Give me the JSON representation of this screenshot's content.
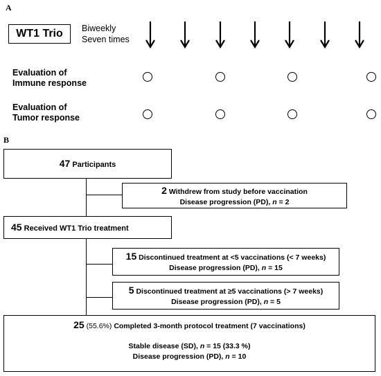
{
  "panel_a": {
    "label": "A",
    "regimen": "WT1 Trio",
    "schedule_line1": "Biweekly",
    "schedule_line2": "Seven times",
    "arrow_count": 7,
    "rows": [
      {
        "line1": "Evaluation of",
        "line2": "Immune response"
      },
      {
        "line1": "Evaluation of",
        "line2": "Tumor response"
      }
    ]
  },
  "panel_b": {
    "label": "B",
    "participants": {
      "n": "47",
      "text": "Participants"
    },
    "withdrew": {
      "n": "2",
      "text": "Withdrew from study before vaccination",
      "line2_a": "Disease progression (PD), ",
      "line2_n": "n",
      "line2_b": " = 2"
    },
    "received": {
      "n": "45",
      "text": "Received WT1 Trio treatment"
    },
    "disc_lt5": {
      "n": "15",
      "text": "Discontinued treatment  at <5 vaccinations (< 7 weeks)",
      "line2_a": "Disease progression (PD), ",
      "line2_n": "n",
      "line2_b": " = 15"
    },
    "disc_ge5": {
      "n": "5",
      "text": "Discontinued treatment at ≥5 vaccinations  (> 7 weeks)",
      "line2_a": "Disease progression (PD), ",
      "line2_n": "n",
      "line2_b": " = 5"
    },
    "completed": {
      "n": "25",
      "pct": "(55.6%)",
      "text": "Completed 3-month protocol treatment (7 vaccinations)",
      "sd_a": "Stable disease (SD), ",
      "sd_n": "n",
      "sd_b": " = 15 (33.3 %)",
      "pd_a": "Disease progression (PD), ",
      "pd_n": "n",
      "pd_b": " = 10"
    }
  }
}
